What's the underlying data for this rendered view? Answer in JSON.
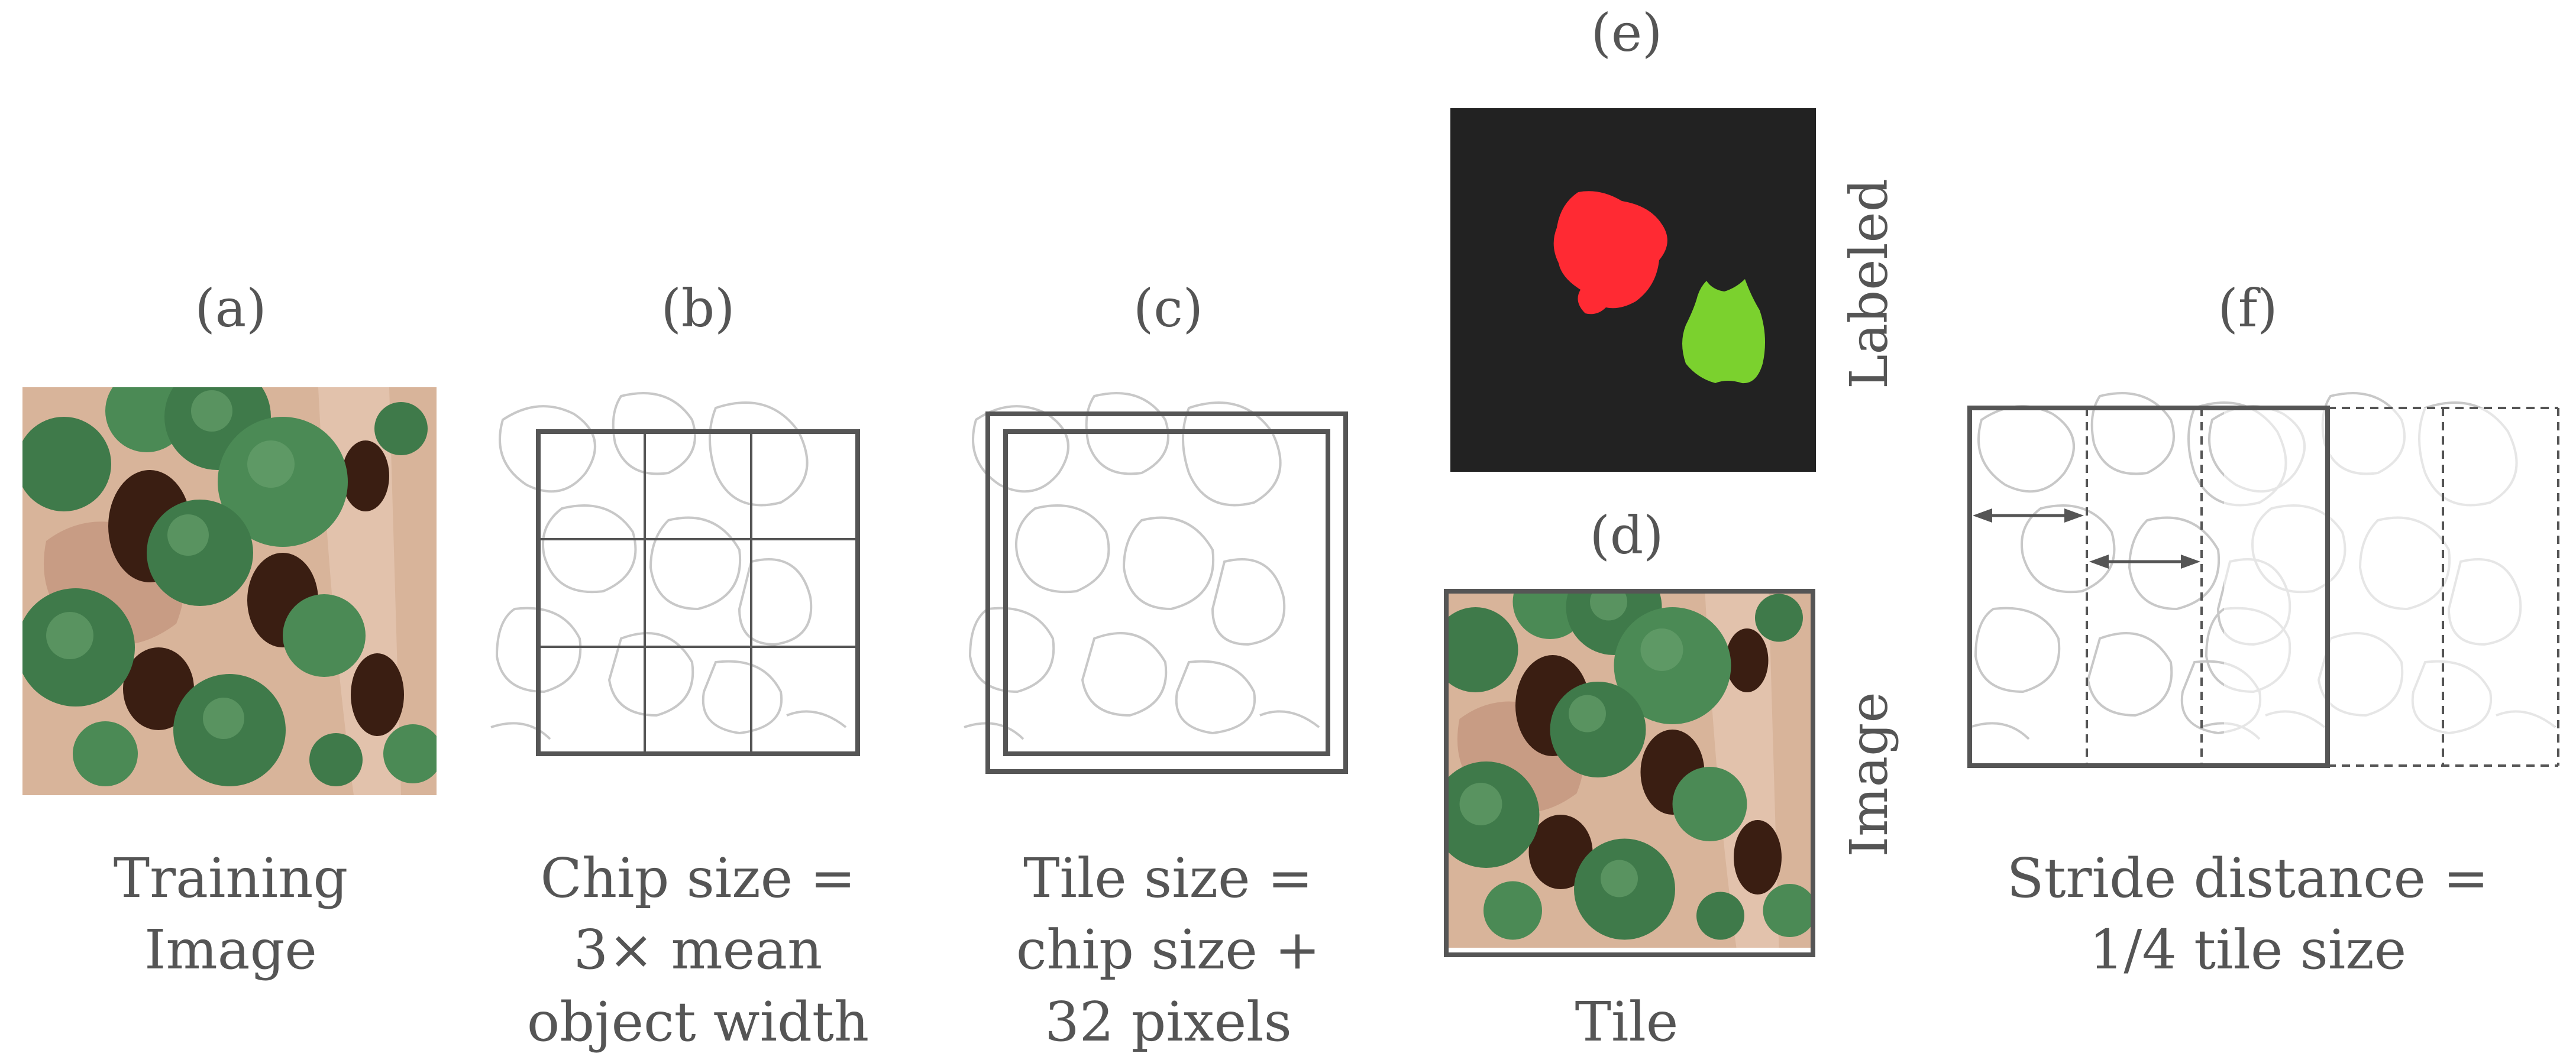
{
  "panels": {
    "a": {
      "label": "(a)",
      "caption": [
        "Training",
        "Image"
      ]
    },
    "b": {
      "label": "(b)",
      "caption": [
        "Chip size =",
        "3× mean",
        "object width"
      ]
    },
    "c": {
      "label": "(c)",
      "caption": [
        "Tile size =",
        "chip size +",
        "32 pixels"
      ]
    },
    "d": {
      "label": "(d)",
      "caption": [
        "Tile"
      ],
      "side_label": "Image"
    },
    "e": {
      "label": "(e)",
      "side_label": "Labeled"
    },
    "f": {
      "label": "(f)",
      "caption": [
        "Stride distance =",
        "1/4 tile size"
      ]
    }
  },
  "colors": {
    "text": "#555555",
    "line": "#555555",
    "outline_faint": "#c8c8c8",
    "label_bg": "#222222",
    "red_object": "#ff2a33",
    "green_object": "#7bd12e",
    "ground": "#d8b49a",
    "tree": "#3f7a4a",
    "shadow": "#3a1e12"
  }
}
